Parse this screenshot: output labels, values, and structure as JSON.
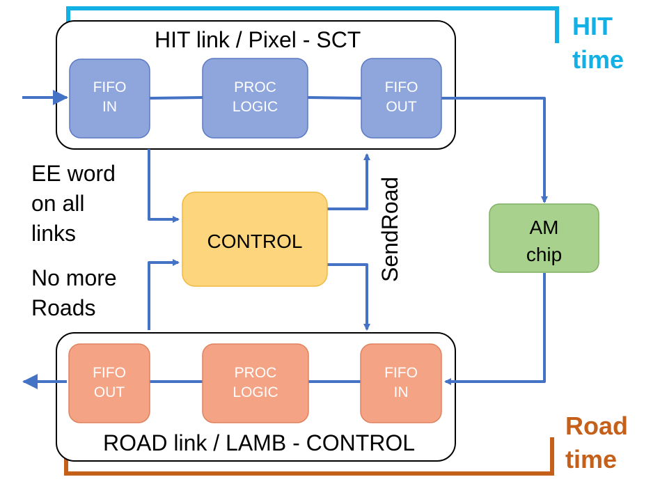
{
  "hit_link_title": "HIT link / Pixel - SCT",
  "road_link_title": "ROAD link / LAMB - CONTROL",
  "blocks": {
    "hit_fifo_in": "FIFO\nIN",
    "hit_proc_logic": "PROC\nLOGIC",
    "hit_fifo_out": "FIFO\nOUT",
    "control": "CONTROL",
    "am_chip": "AM\nchip",
    "road_fifo_out": "FIFO\nOUT",
    "road_proc_logic": "PROC\nLOGIC",
    "road_fifo_in": "FIFO\nIN"
  },
  "labels": {
    "ee_word_line1": "EE word",
    "ee_word_line2": "on all",
    "ee_word_line3": "links",
    "no_more_line1": "No more",
    "no_more_line2": "Roads",
    "send_road": "SendRoad",
    "hit_time_line1": "HIT",
    "hit_time_line2": "time",
    "road_time_line1": "Road",
    "road_time_line2": "time"
  },
  "colors": {
    "hit_time": "#12b0e4",
    "road_time": "#c5601a",
    "arrow": "#4472c4",
    "blue_block_fill": "#8fa6dc",
    "blue_block_border": "#5a78c4",
    "orange_block_fill": "#f4a385",
    "orange_block_border": "#e0825e",
    "control_fill": "#fdd57c",
    "control_border": "#f0b840",
    "am_fill": "#a9d18e",
    "am_border": "#7fb060"
  }
}
